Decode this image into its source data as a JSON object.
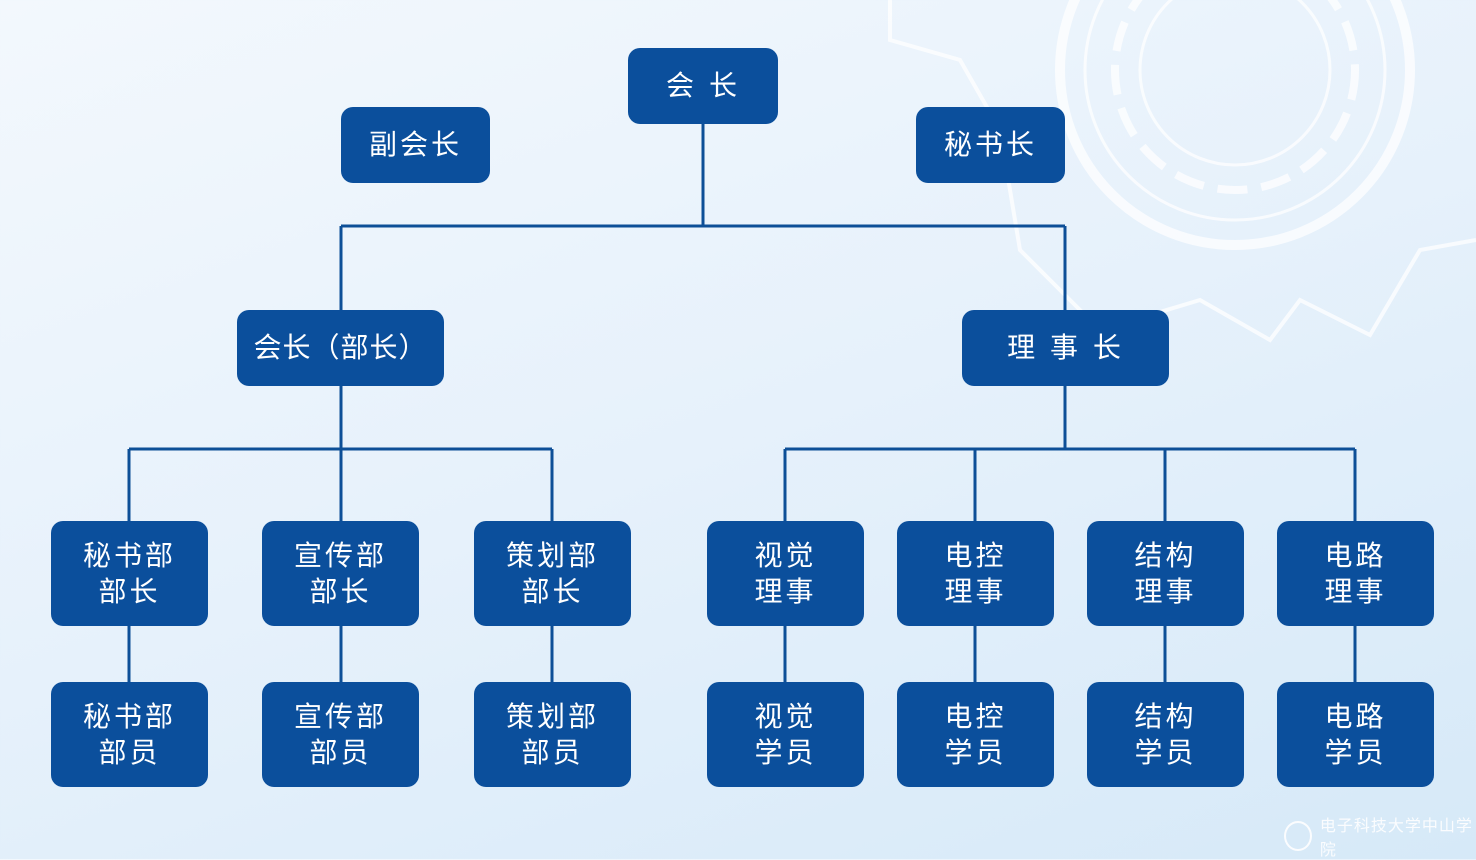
{
  "top": {
    "president": "会 长",
    "vice_president": "副会长",
    "secretary_general": "秘书长"
  },
  "level2": {
    "left": "会长（部长）",
    "right": "理 事 长"
  },
  "heads": [
    {
      "l1": "秘书部",
      "l2": "部长"
    },
    {
      "l1": "宣传部",
      "l2": "部长"
    },
    {
      "l1": "策划部",
      "l2": "部长"
    },
    {
      "l1": "视觉",
      "l2": "理事"
    },
    {
      "l1": "电控",
      "l2": "理事"
    },
    {
      "l1": "结构",
      "l2": "理事"
    },
    {
      "l1": "电路",
      "l2": "理事"
    }
  ],
  "members": [
    {
      "l1": "秘书部",
      "l2": "部员"
    },
    {
      "l1": "宣传部",
      "l2": "部员"
    },
    {
      "l1": "策划部",
      "l2": "部员"
    },
    {
      "l1": "视觉",
      "l2": "学员"
    },
    {
      "l1": "电控",
      "l2": "学员"
    },
    {
      "l1": "结构",
      "l2": "学员"
    },
    {
      "l1": "电路",
      "l2": "学员"
    }
  ],
  "logo": "电子科技大学中山学院",
  "colors": {
    "box": "#0b4f9c",
    "line": "#0d4f97"
  }
}
